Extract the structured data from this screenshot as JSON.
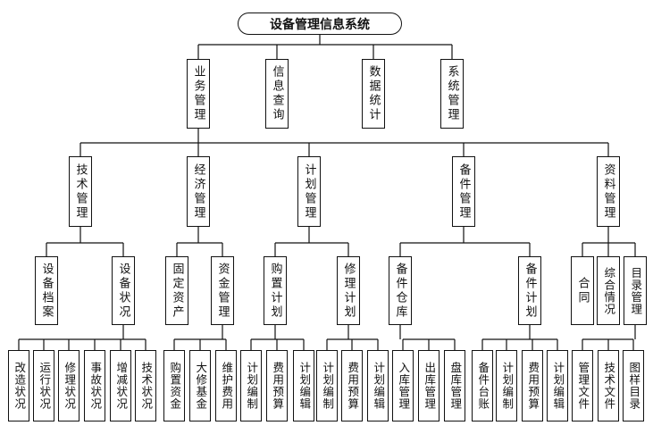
{
  "root": "设备管理信息系统",
  "level1": [
    "业务管理",
    "信息查询",
    "数据统计",
    "系统管理"
  ],
  "level2": [
    "技术管理",
    "经济管理",
    "计划管理",
    "备件管理",
    "资料管理"
  ],
  "level3": {
    "tech": [
      "设备档案",
      "设备状况"
    ],
    "econ": [
      "固定资产",
      "资金管理"
    ],
    "plan": [
      "购置计划",
      "修理计划"
    ],
    "spare": [
      "备件仓库",
      "备件计划"
    ],
    "doc": [
      "合同",
      "综合情况",
      "目录管理"
    ]
  },
  "level4": {
    "status": [
      "改造状况",
      "运行状况",
      "修理状况",
      "事故状况",
      "增减状况",
      "技术状况"
    ],
    "funds": [
      "购置资金",
      "大修基金",
      "维护费用"
    ],
    "purchase": [
      "计划编制",
      "费用预算",
      "计划编辑"
    ],
    "repair": [
      "计划编制",
      "费用预算",
      "计划编辑"
    ],
    "warehouse": [
      "入库管理",
      "出库管理",
      "盘库管理"
    ],
    "spareplan": [
      "备件台账",
      "计划编制",
      "费用预算",
      "计划编辑"
    ],
    "directory": [
      "管理文件",
      "技术文件",
      "图样目录"
    ]
  }
}
